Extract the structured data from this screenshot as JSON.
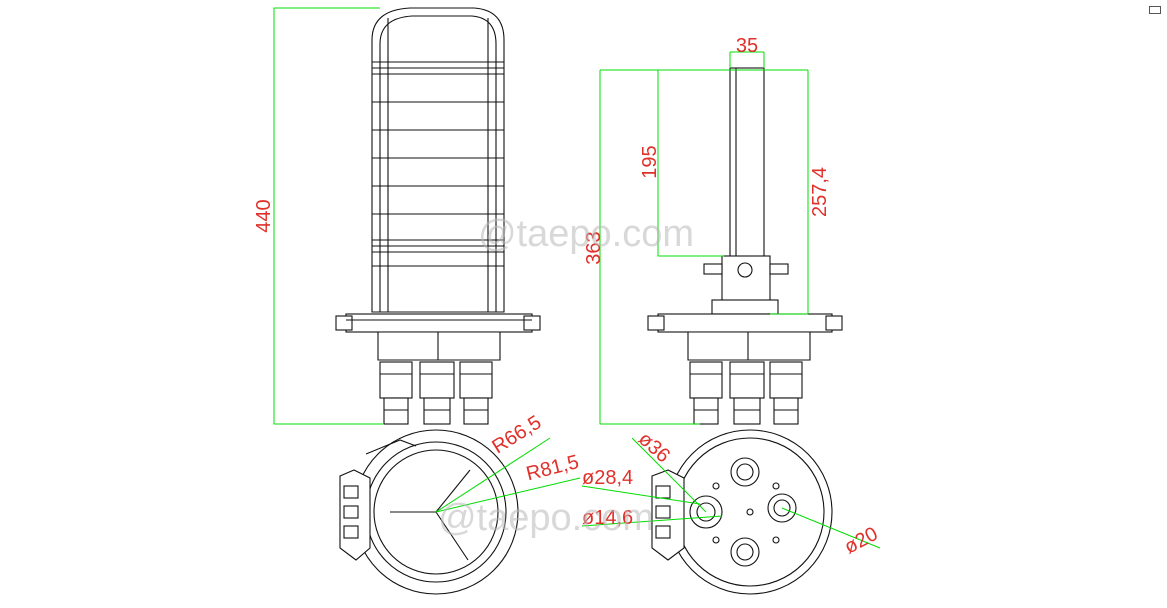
{
  "drawing": {
    "watermark_top": "@taepo.com",
    "watermark_bottom": "@taepo.com",
    "front_view": {
      "height_label": "440"
    },
    "side_view": {
      "top_width_label": "35",
      "pole_length_label": "195",
      "total_height_label": "363",
      "mount_height_label": "257,4"
    },
    "top_view": {
      "inner_radius_label": "R66,5",
      "outer_radius_label": "R81,5"
    },
    "bottom_view": {
      "port_large_label": "ø36",
      "port_mid_label": "ø28,4",
      "port_small_label": "ø14,6",
      "port_round_label": "ø20"
    }
  },
  "colors": {
    "dimension_line": "#00dd00",
    "dimension_text": "#e0302a",
    "outline": "#111111",
    "watermark": "#b9b9b9"
  },
  "icons": {
    "corner": "window-restore-icon"
  }
}
